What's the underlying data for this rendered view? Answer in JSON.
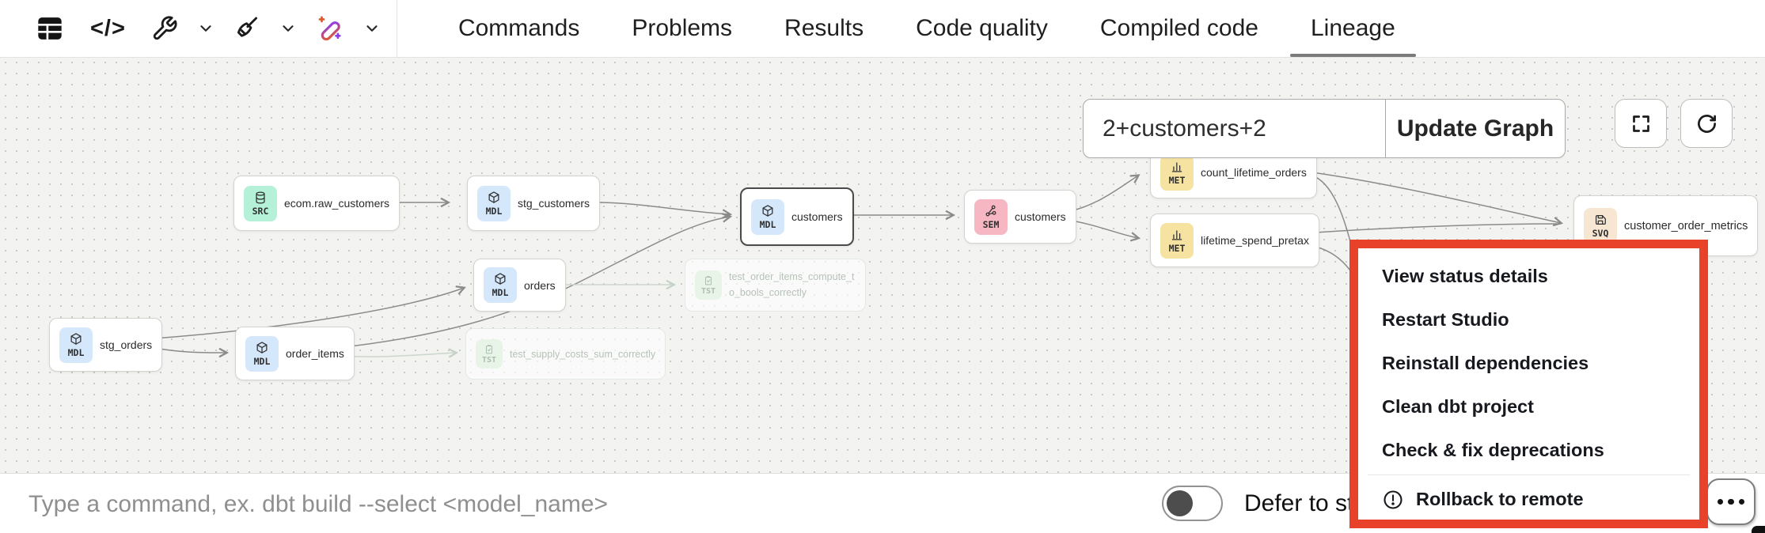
{
  "toolbar": {
    "code_icon_text": "</>",
    "icons": [
      "table-view",
      "code",
      "wrench",
      "broom",
      "magic-wand"
    ],
    "tabs": [
      {
        "label": "Commands",
        "active": false
      },
      {
        "label": "Problems",
        "active": false
      },
      {
        "label": "Results",
        "active": false
      },
      {
        "label": "Code quality",
        "active": false
      },
      {
        "label": "Compiled code",
        "active": false
      },
      {
        "label": "Lineage",
        "active": true
      }
    ]
  },
  "lineage": {
    "search_value": "2+customers+2",
    "update_button_label": "Update Graph",
    "canvas_icons": [
      "fullscreen",
      "refresh"
    ],
    "nodes": [
      {
        "label": "ecom.raw_customers",
        "badge": "SRC",
        "type": "source"
      },
      {
        "label": "stg_customers",
        "badge": "MDL",
        "type": "model"
      },
      {
        "label": "customers",
        "badge": "MDL",
        "type": "model",
        "selected": true
      },
      {
        "label": "customers",
        "badge": "SEM",
        "type": "semantic_model"
      },
      {
        "label": "count_lifetime_orders",
        "badge": "MET",
        "type": "metric"
      },
      {
        "label": "lifetime_spend_pretax",
        "badge": "MET",
        "type": "metric"
      },
      {
        "label": "customer_order_metrics",
        "badge": "SVQ",
        "type": "saved_query"
      },
      {
        "label": "orders",
        "badge": "MDL",
        "type": "model"
      },
      {
        "label": "test_order_items_compute_to_bools_correctly",
        "badge": "TST",
        "type": "test",
        "faded": true
      },
      {
        "label": "stg_orders",
        "badge": "MDL",
        "type": "model"
      },
      {
        "label": "order_items",
        "badge": "MDL",
        "type": "model"
      },
      {
        "label": "test_supply_costs_sum_correctly",
        "badge": "TST",
        "type": "test",
        "faded": true
      }
    ],
    "colors": {
      "canvas_bg": "#F3F3F1",
      "badge_src": "#B5F1D9",
      "badge_mdl": "#D5E7FB",
      "badge_sem": "#F6B6C2",
      "badge_met": "#F6E3A2",
      "badge_svq": "#F7E7D2",
      "badge_tst": "#E9F4E8"
    }
  },
  "context_menu": {
    "items": [
      "View status details",
      "Restart Studio",
      "Reinstall dependencies",
      "Clean dbt project",
      "Check & fix deprecations"
    ],
    "warning_item": "Rollback to remote",
    "warning_icon": "alert-circle",
    "highlight_color": "#E8432A"
  },
  "command_bar": {
    "placeholder": "Type a command, ex. dbt build --select <model_name>",
    "defer_label": "Defer to st",
    "toggle_state": "off",
    "more_icon": "ellipsis"
  }
}
